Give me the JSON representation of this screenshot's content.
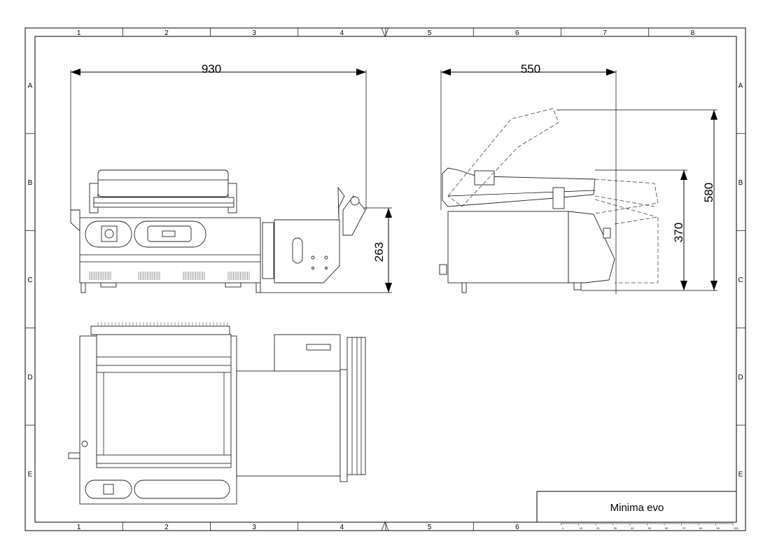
{
  "frame": {
    "columns": [
      "1",
      "2",
      "3",
      "4",
      "5",
      "6",
      "7",
      "8"
    ],
    "bottom_columns": [
      "1",
      "2",
      "3",
      "4",
      "5",
      "6"
    ],
    "rows": [
      "A",
      "B",
      "C",
      "D",
      "E"
    ]
  },
  "dimensions": {
    "front_width": "930",
    "front_height": "263",
    "side_depth": "550",
    "side_open_height": "580",
    "side_closed_height": "370"
  },
  "title_block": {
    "title": "Minima evo",
    "scale_labels": [
      "0",
      "10",
      "20",
      "30",
      "40",
      "50",
      "60",
      "70",
      "80",
      "90",
      "100"
    ]
  }
}
